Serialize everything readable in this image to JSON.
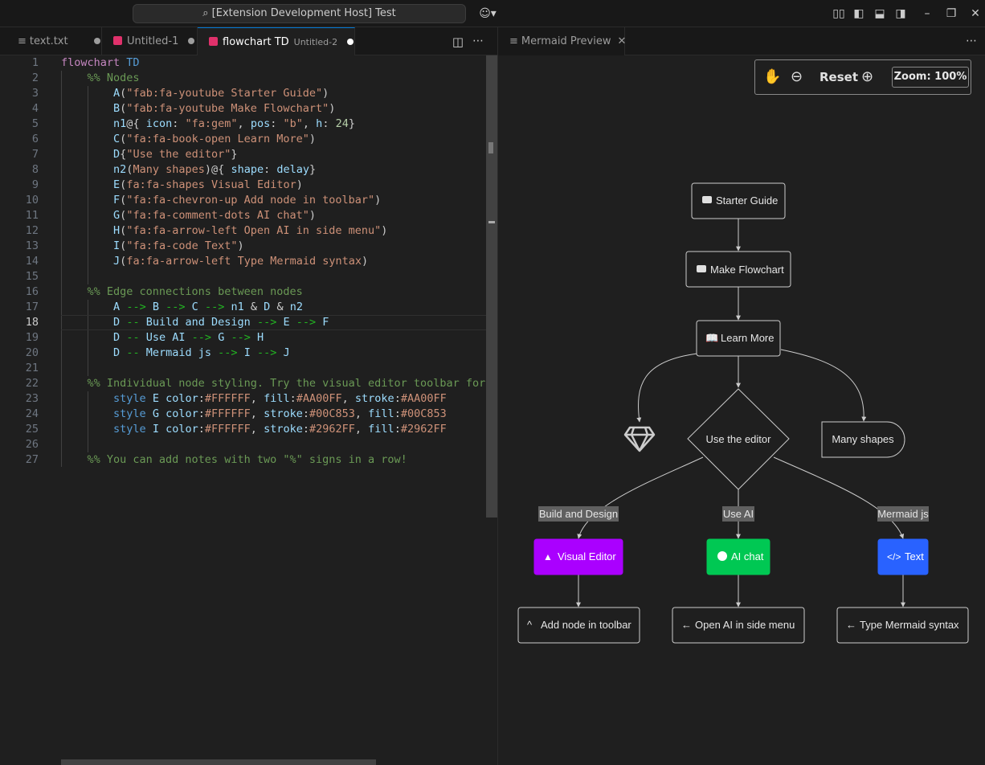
{
  "titlebar": {
    "search_text": "[Extension Development Host] Test",
    "icons": [
      "search-icon",
      "copilot-icon",
      "layout-icon",
      "toggle-sidebar-icon",
      "toggle-panel-icon",
      "toggle-secondary-sidebar-icon",
      "minimize-icon",
      "restore-icon",
      "close-icon"
    ]
  },
  "editor_tabs": [
    {
      "label": "text.txt",
      "dirty": true
    },
    {
      "label": "Untitled-1",
      "dirty": true
    },
    {
      "label": "flowchart TD",
      "description": "Untitled-2",
      "dirty": true,
      "active": true
    }
  ],
  "editor": {
    "current_line": 18,
    "lines": [
      {
        "n": "1",
        "t": "flowchart TD"
      },
      {
        "n": "2",
        "t": "    %% Nodes"
      },
      {
        "n": "3",
        "t": "        A(\"fab:fa-youtube Starter Guide\")"
      },
      {
        "n": "4",
        "t": "        B(\"fab:fa-youtube Make Flowchart\")"
      },
      {
        "n": "5",
        "t": "        n1@{ icon: \"fa:gem\", pos: \"b\", h: 24}"
      },
      {
        "n": "6",
        "t": "        C(\"fa:fa-book-open Learn More\")"
      },
      {
        "n": "7",
        "t": "        D{\"Use the editor\"}"
      },
      {
        "n": "8",
        "t": "        n2(Many shapes)@{ shape: delay}"
      },
      {
        "n": "9",
        "t": "        E(fa:fa-shapes Visual Editor)"
      },
      {
        "n": "10",
        "t": "        F(\"fa:fa-chevron-up Add node in toolbar\")"
      },
      {
        "n": "11",
        "t": "        G(\"fa:fa-comment-dots AI chat\")"
      },
      {
        "n": "12",
        "t": "        H(\"fa:fa-arrow-left Open AI in side menu\")"
      },
      {
        "n": "13",
        "t": "        I(\"fa:fa-code Text\")"
      },
      {
        "n": "14",
        "t": "        J(fa:fa-arrow-left Type Mermaid syntax)"
      },
      {
        "n": "15",
        "t": ""
      },
      {
        "n": "16",
        "t": "    %% Edge connections between nodes"
      },
      {
        "n": "17",
        "t": "        A --> B --> C --> n1 & D & n2"
      },
      {
        "n": "18",
        "t": "        D -- Build and Design --> E --> F"
      },
      {
        "n": "19",
        "t": "        D -- Use AI --> G --> H"
      },
      {
        "n": "20",
        "t": "        D -- Mermaid js --> I --> J"
      },
      {
        "n": "21",
        "t": ""
      },
      {
        "n": "22",
        "t": "    %% Individual node styling. Try the visual editor toolbar for"
      },
      {
        "n": "23",
        "t": "        style E color:#FFFFFF, fill:#AA00FF, stroke:#AA00FF"
      },
      {
        "n": "24",
        "t": "        style G color:#FFFFFF, stroke:#00C853, fill:#00C853"
      },
      {
        "n": "25",
        "t": "        style I color:#FFFFFF, stroke:#2962FF, fill:#2962FF"
      },
      {
        "n": "26",
        "t": ""
      },
      {
        "n": "27",
        "t": "    %% You can add notes with two \"%\" signs in a row!"
      }
    ]
  },
  "preview": {
    "tab_label": "Mermaid Preview",
    "zoom": {
      "reset_label": "Reset",
      "zoom_label": "Zoom: 100%"
    },
    "nodes": {
      "A": {
        "label": "Starter Guide",
        "icon": "youtube-icon"
      },
      "B": {
        "label": "Make Flowchart",
        "icon": "youtube-icon"
      },
      "C": {
        "label": "Learn More",
        "icon": "book-open-icon"
      },
      "n1": {
        "icon": "gem-icon"
      },
      "D": {
        "label": "Use the editor"
      },
      "n2": {
        "label": "Many shapes"
      },
      "E": {
        "label": "Visual Editor",
        "icon": "shapes-icon",
        "fill": "#AA00FF"
      },
      "F": {
        "label": "Add node in toolbar",
        "icon": "chevron-up-icon"
      },
      "G": {
        "label": "AI chat",
        "icon": "comment-dots-icon",
        "fill": "#00C853"
      },
      "H": {
        "label": "Open AI in side menu",
        "icon": "arrow-left-icon"
      },
      "I": {
        "label": "Text",
        "icon": "code-icon",
        "fill": "#2962FF"
      },
      "J": {
        "label": "Type Mermaid syntax",
        "icon": "arrow-left-icon"
      }
    },
    "edge_labels": {
      "DE": "Build and Design",
      "DG": "Use AI",
      "DI": "Mermaid js"
    }
  },
  "colors": {
    "accent": "#0078d4",
    "purple": "#AA00FF",
    "green": "#00C853",
    "blue": "#2962FF"
  }
}
